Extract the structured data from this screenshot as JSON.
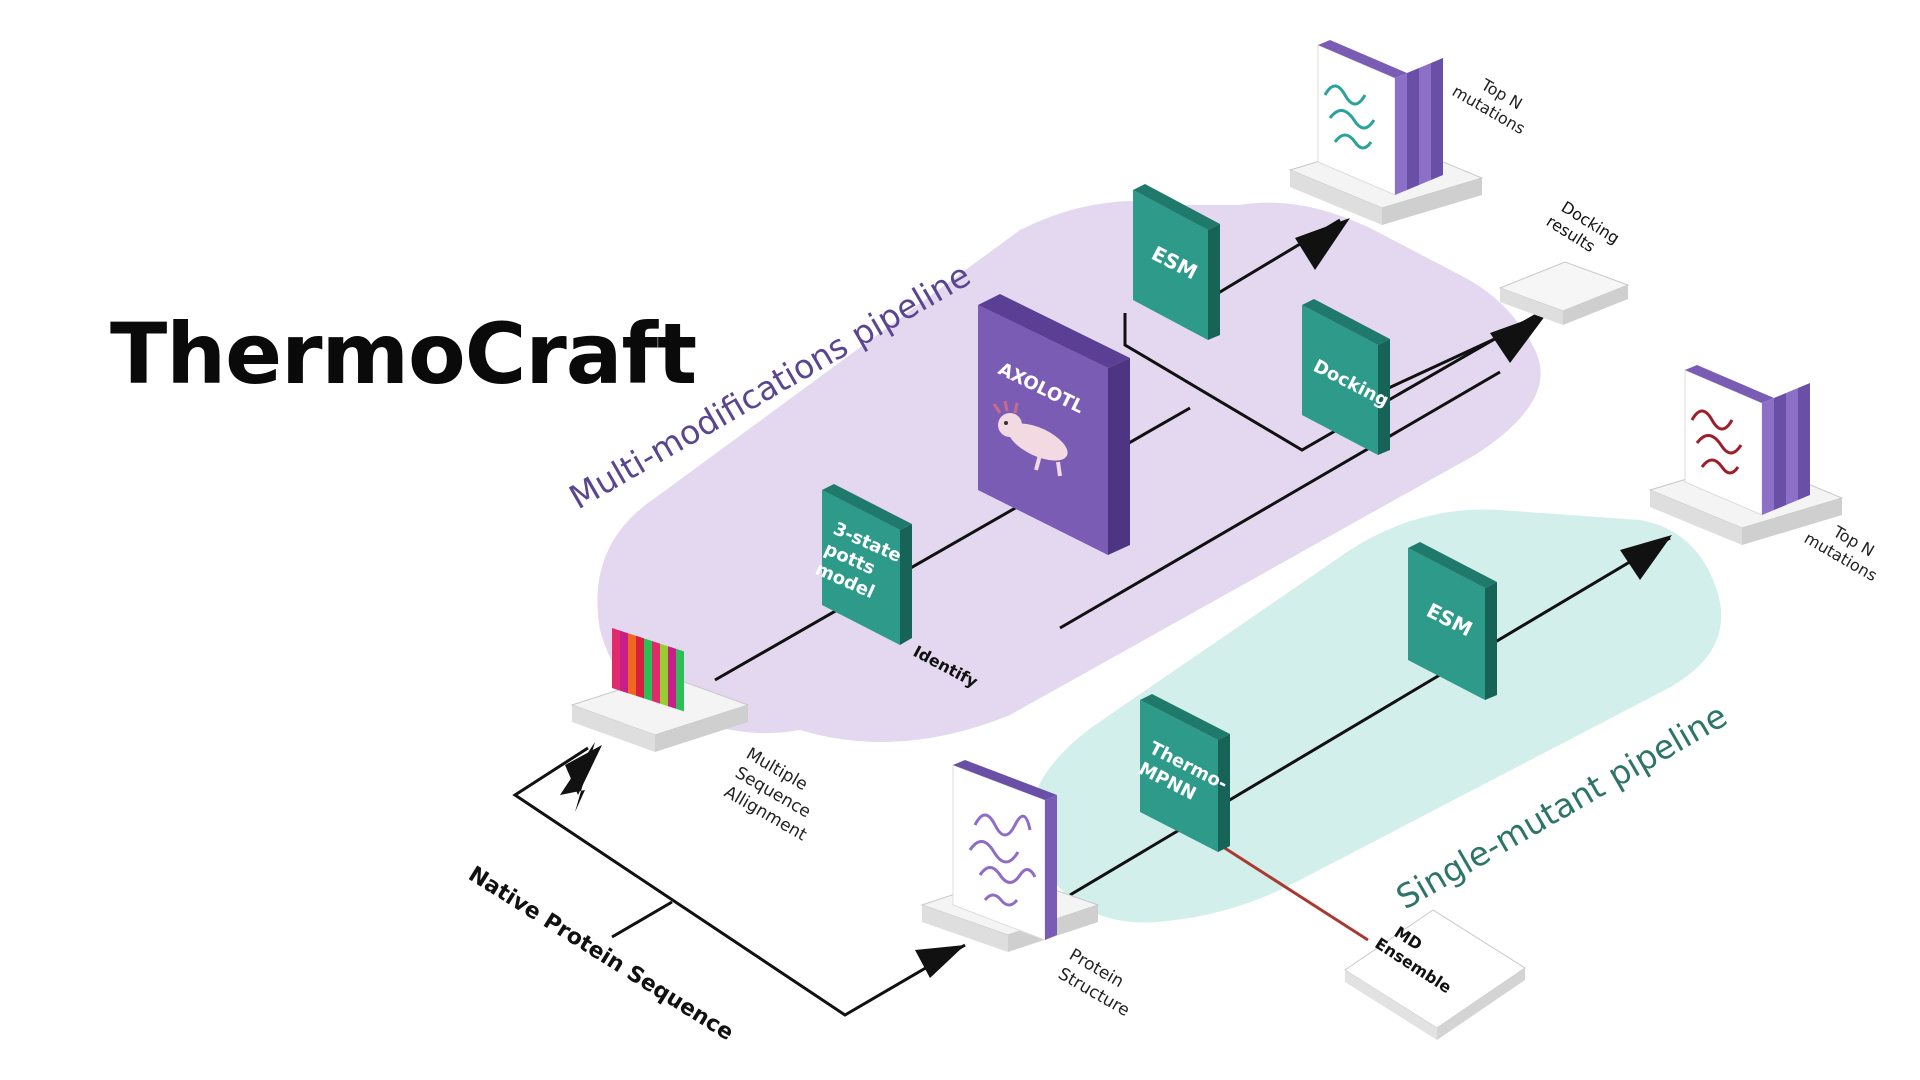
{
  "title": "ThermoCraft",
  "pipelines": {
    "multi": "Multi-modifications pipeline",
    "single": "Single-mutant pipeline"
  },
  "blocks": {
    "potts": [
      "3-state",
      "potts",
      "model"
    ],
    "axolotl": "AXOLOTL",
    "esm_top": "ESM",
    "docking": "Docking",
    "esm_bottom": "ESM",
    "thermompnn": [
      "Thermo-",
      "MPNN"
    ]
  },
  "labels": {
    "identify": "Identify",
    "msa": [
      "Multiple",
      "Sequence",
      "Allignment"
    ],
    "native_sequence": "Native Protein Sequence",
    "protein_structure": [
      "Protein",
      "Structure"
    ],
    "md_ensemble": [
      "MD",
      "Ensemble"
    ],
    "top_n_upper": [
      "Top N",
      "mutations"
    ],
    "top_n_lower": [
      "Top N",
      "mutations"
    ],
    "docking_results": [
      "Docking",
      "results"
    ]
  },
  "icons": {
    "msa": "msa-heatmap-icon",
    "protein_purple": "protein-structure-icon",
    "protein_teal": "protein-structure-icon",
    "protein_red": "protein-structure-icon",
    "axolotl": "axolotl-icon"
  },
  "colors": {
    "multi_bg": "#e3d8ef",
    "multi_text": "#5a4590",
    "single_bg": "#d3efec",
    "single_text": "#2e7468",
    "teal": "#2d9a8a",
    "purple": "#7a5cb5",
    "md_line": "#a83a32"
  }
}
